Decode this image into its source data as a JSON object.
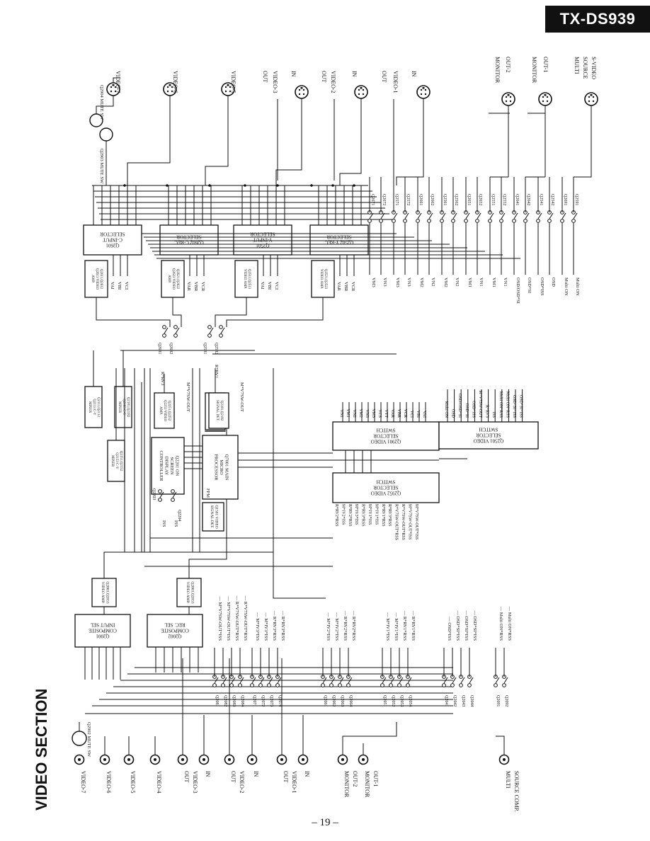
{
  "page": {
    "model": "TX-DS939",
    "section_title": "VIDEO SECTION",
    "page_number": "– 19 –"
  },
  "left_jacks": [
    {
      "id": "v7",
      "label": "VIDEO-7",
      "sub": ""
    },
    {
      "id": "v6",
      "label": "VIDEO-6",
      "sub": ""
    },
    {
      "id": "v5",
      "label": "VIDEO-5",
      "sub": ""
    },
    {
      "id": "v4",
      "label": "VIDEO-4",
      "sub": ""
    },
    {
      "id": "v3o",
      "label": "OUT",
      "sub": "VIDEO-3"
    },
    {
      "id": "v3i",
      "label": "IN",
      "sub": ""
    },
    {
      "id": "v2o",
      "label": "OUT",
      "sub": "VIDEO-2"
    },
    {
      "id": "v2i",
      "label": "IN",
      "sub": ""
    },
    {
      "id": "v1o",
      "label": "OUT",
      "sub": "VIDEO-1"
    },
    {
      "id": "v1i",
      "label": "IN",
      "sub": ""
    },
    {
      "id": "mon2",
      "label": "MONITOR",
      "sub": "OUT-2"
    },
    {
      "id": "mon1",
      "label": "MONITOR",
      "sub": "OUT-1"
    },
    {
      "id": "multi",
      "label": "MULTI",
      "sub": "SOURCE COMP."
    }
  ],
  "top_jacks": [
    {
      "id": "tv7",
      "label": "VIDEO-7"
    },
    {
      "id": "tv6",
      "label": "VIDEO-6"
    },
    {
      "id": "tv5",
      "label": "VIDEO-5"
    },
    {
      "id": "tv4",
      "label": "VIDEO-4"
    },
    {
      "id": "tv3",
      "label": "OUT VIDEO-3 IN"
    },
    {
      "id": "tv2",
      "label": "OUT VIDEO-2 IN"
    },
    {
      "id": "tv1",
      "label": "OUT VIDEO-1 IN"
    },
    {
      "id": "tmon2",
      "label": "MONITOR OUT-2"
    },
    {
      "id": "tmon1",
      "label": "MONITOR OUT-1"
    },
    {
      "id": "tmulti",
      "label": "MULTI SOURCE S-VIDEO"
    }
  ],
  "mute_switches": [
    {
      "id": "q2902",
      "label": "Q2902 MUTE SW"
    },
    {
      "id": "q2904",
      "label": "Q2904 MUTE SW"
    },
    {
      "id": "q2903",
      "label": "Q2903 MUTE SW"
    }
  ],
  "blocks": [
    {
      "id": "q2001",
      "label": "Q2001 COMPOSITE INPUT SEL"
    },
    {
      "id": "q2002",
      "label": "Q2002 COMPOSITE REC. SEL"
    },
    {
      "id": "q2003",
      "label": "Q2003,Q2053 VIDEO AMP."
    },
    {
      "id": "q2004",
      "label": "Q2003,Q2053 VIDEO AMP."
    },
    {
      "id": "q2201",
      "label": "Q2201 ON SCREEN DISPLAY CONTROLLER"
    },
    {
      "id": "q7001",
      "label": "Q7001 MAIN MICRO PROCESSOR"
    },
    {
      "id": "q1501",
      "label": "Q1501 VIDEO SIGNAL DET."
    },
    {
      "id": "q2952",
      "label": "Q2952 VIDEO SELECTOR SWITCH"
    },
    {
      "id": "q2901",
      "label": "Q2901 VIDEO SELECTOR SWITCH"
    },
    {
      "id": "q2501",
      "label": "Q2501 VIDEO SELECTOR SWITCH"
    },
    {
      "id": "q2601",
      "label": "Q2601 C-INPUT SELECTOR"
    },
    {
      "id": "q2602",
      "label": "Q2602 C-REC SELECTOR"
    },
    {
      "id": "q2501b",
      "label": "Q2501 Y-INPUT SELECTOR"
    },
    {
      "id": "q2502",
      "label": "Q2502 Y-REC SELECTOR"
    },
    {
      "id": "a2611",
      "label": "Q2611,Q2612 Q2613 VIDEO AMP."
    },
    {
      "id": "a2621",
      "label": "Q2621,Q2622 Q2623 VIDEO AMP."
    },
    {
      "id": "a2511",
      "label": "Q2511,Q2513 VIDEO AMP."
    },
    {
      "id": "a2521",
      "label": "Q2521,Q2523 VIDEO AMP."
    },
    {
      "id": "m2111",
      "label": "Q2111,Q2112 Q2113 C-Y MIXER"
    },
    {
      "id": "m2151",
      "label": "Q2151,Q2152 Q2153 C-Y MIXER"
    },
    {
      "id": "m2181",
      "label": "Q2181,Q2182 Q2183 C-Y MIXER"
    },
    {
      "id": "s2251",
      "label": "Q2251,Q2252 Q2253 VIDEO AMP."
    },
    {
      "id": "s2171",
      "label": "Q2171,Q2172 Y SIGNAL DET."
    },
    {
      "id": "s2181",
      "label": "Q2181,Q2182 SIGNAL DET."
    }
  ],
  "selector_inputs": [
    "VAI",
    "VBI",
    "VCI",
    "VAR",
    "VBR",
    "VCR"
  ],
  "left_switches": [
    "Q2081",
    "Q2082",
    "Q2083",
    "Q2084",
    "Q2071",
    "Q2072",
    "Q2073",
    "Q2074",
    "Q2061",
    "Q2062",
    "Q2063",
    "Q2064",
    "Q2051",
    "Q2052",
    "Q2053",
    "Q2054",
    "Q2041",
    "Q2042",
    "Q2043",
    "Q2044",
    "Q2091",
    "Q2092"
  ],
  "control_labels": [
    "M*V7SW-OUT*ISS",
    "M*V7SW-OUT*ISS",
    "R*V7SW-OUT*RSS",
    "R*V7SW-OUT*RSS",
    "M*IV3*ISS",
    "M*IV3*ISS",
    "R*RV3*RSS",
    "R*RV3*RSS",
    "M*IV2*ISS",
    "M*IV2*ISS",
    "R*RV2*RSS",
    "R*RV2*RSS",
    "M*IV1*ISS",
    "M*IV1*ISS",
    "R*RV1*RSS",
    "R*RV1*RSS",
    "OSD*ISS",
    "OSD*SI*ISS",
    "OSD*SI*ISS",
    "OSD*SI*ISS",
    "Multi ON*RSS",
    "Multi ON*RSS"
  ],
  "right_vn_labels": [
    "VM3",
    "VN3",
    "VM3",
    "VN3",
    "VM2",
    "VN2",
    "VM2",
    "VN2",
    "VM1",
    "VN1",
    "VM1",
    "VN1",
    "OSD/OSD*SI",
    "OSD*SI",
    "OSD*ISS",
    "OSD",
    "Multi ON",
    "Multi ON"
  ],
  "right_switches": [
    "Q2671",
    "Q2672",
    "Q2571",
    "Q2572",
    "Q2661",
    "Q2662",
    "Q2561",
    "Q2562",
    "Q2651",
    "Q2652",
    "Q2551",
    "Q2552",
    "Q2641",
    "Q2642",
    "Q2541",
    "Q2542",
    "Q2691",
    "Q2591"
  ],
  "mid_switches": [
    "Q2681",
    "Q2682",
    "Q2581",
    "Q2582",
    "Q2203",
    "Q2204"
  ],
  "mid_labels": [
    "R*RV3",
    "R*RV1",
    "M*V7SW-OUT",
    "M*V7SW-OUT",
    "ISS",
    "ISS",
    "FPM"
  ],
  "q2901_inputs": [
    "VN1",
    "VM1",
    "VN2",
    "VM2",
    "VN3",
    "VM3",
    "VCS",
    "VTT",
    "VAR",
    "VBR",
    "VCR",
    "VCI",
    "VBI",
    "VAI"
  ],
  "q2501_inputs": [
    "Multi ON",
    "OSD",
    "OSD/OSD*SI",
    "OSD*SI",
    "OSD*ISS",
    "M*V7SW-OUT",
    "R*RV3",
    "ISS",
    "Multi ON*RSS",
    "Multi ON*RSS",
    "OSD*SI*ISS",
    "OSD*SI*ISS"
  ],
  "q2952_inputs": [
    "R*RV2*RSS",
    "M*IV2*ISS",
    "R*RV2*RSS",
    "M*IV3*ISS",
    "R*RV3*RSS",
    "M*IV1*ISS",
    "M*IV1*ISS",
    "R*RV1*RSS",
    "R*RV3*RSS",
    "R*V7SW-OUT*RSS",
    "R*V7SW-OUT*RSS",
    "M*V7SW-OUT*ISS",
    "M*V7SW-OUT*ISS"
  ]
}
